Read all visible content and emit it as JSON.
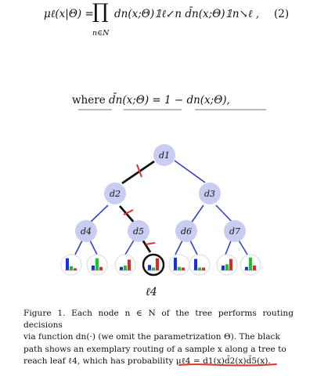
{
  "equation": {
    "lhs": "μℓ(x|Θ) = ",
    "product_symbol": "∏",
    "product_sub": "n∈N",
    "rhs": "dn(x;Θ)𝟙ℓ↙n d̄n(x;Θ)𝟙n↘ℓ ,",
    "number": "(2)"
  },
  "where_line": {
    "prefix": "where",
    "expr": "d̄n(x;Θ) = 1 − dn(x;Θ),"
  },
  "tree": {
    "nodes": [
      "d1",
      "d2",
      "d3",
      "d4",
      "d5",
      "d6",
      "d7"
    ],
    "selected_leaf_label": "ℓ4",
    "colors": {
      "node_fill": "#c9cdf2",
      "edge": "#3341c8",
      "path": "#111111",
      "cut": "#e0312b",
      "bar_blue": "#1530e6",
      "bar_green": "#17c52a",
      "bar_red": "#e3261f"
    },
    "leaf_histograms": [
      [
        0.9,
        0.3,
        0.15
      ],
      [
        0.35,
        0.9,
        0.25
      ],
      [
        0.25,
        0.35,
        0.8
      ],
      [
        0.4,
        0.2,
        0.9
      ],
      [
        0.95,
        0.25,
        0.2
      ],
      [
        0.85,
        0.2,
        0.2
      ],
      [
        0.35,
        0.45,
        0.85
      ],
      [
        0.25,
        0.95,
        0.35
      ]
    ]
  },
  "caption": {
    "lines": [
      "Figure 1. Each node n ∈ N of the tree performs routing decisions",
      "via function dn(·) (we omit the parametrization Θ). The black",
      "path shows an exemplary routing of a sample x along a tree to",
      "reach leaf ℓ4, which has probability μℓ4 = d1(x)d̄2(x)d̄5(x)."
    ]
  },
  "annotation": {
    "underline_color": "#e0312b"
  }
}
